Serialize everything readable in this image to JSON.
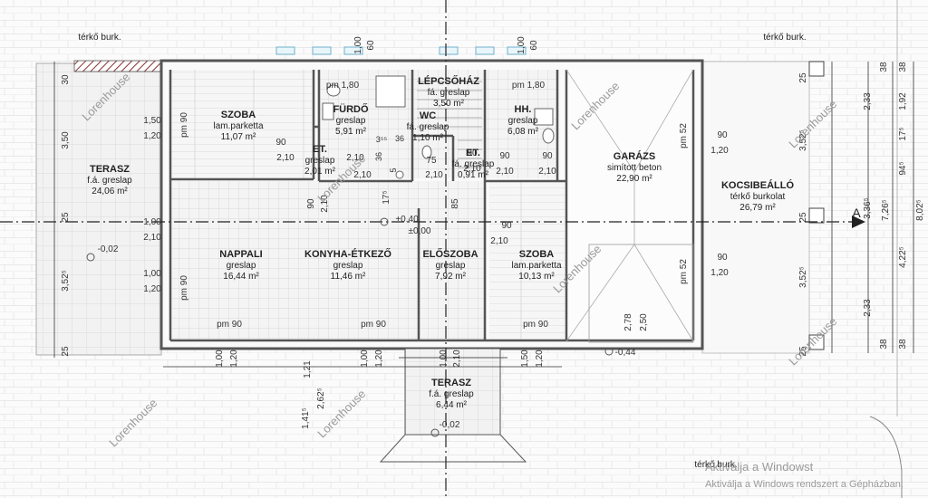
{
  "surroundings": {
    "paving_top_left": "térkő burk.",
    "paving_top_right": "térkő burk.",
    "paving_bottom": "térkő burk."
  },
  "rooms": [
    {
      "id": "szoba1",
      "name": "SZOBA",
      "finish": "lam.parketta",
      "area": "11,07 m²"
    },
    {
      "id": "furdo",
      "name": "FÜRDŐ",
      "finish": "greslap",
      "area": "5,91 m²"
    },
    {
      "id": "lepcsohaz",
      "name": "LÉPCSŐHÁZ",
      "finish": "fá. greslap",
      "area": "3,50 m²"
    },
    {
      "id": "wc",
      "name": "WC",
      "finish": "fá. greslap",
      "area": "1,10 m²"
    },
    {
      "id": "hh",
      "name": "HH.",
      "finish": "greslap",
      "area": "6,08 m²"
    },
    {
      "id": "garazs",
      "name": "GARÁZS",
      "finish": "simított beton",
      "area": "22,90 m²"
    },
    {
      "id": "et1",
      "name": "ET.",
      "finish": "greslap",
      "area": "2,01 m²"
    },
    {
      "id": "et2",
      "name": "ET.",
      "finish": "fá. greslap",
      "area": "0,91 m²"
    },
    {
      "id": "terasz1",
      "name": "TERASZ",
      "finish": "f.á. greslap",
      "area": "24,06 m²"
    },
    {
      "id": "kocsibeallo",
      "name": "KOCSIBEÁLLÓ",
      "finish": "térkő burkolat",
      "area": "26,79 m²"
    },
    {
      "id": "nappali",
      "name": "NAPPALI",
      "finish": "greslap",
      "area": "16,44 m²"
    },
    {
      "id": "konyha",
      "name": "KONYHA-ÉTKEZŐ",
      "finish": "greslap",
      "area": "11,46 m²"
    },
    {
      "id": "eloszoba",
      "name": "ELŐSZOBA",
      "finish": "greslap",
      "area": "7,92 m²"
    },
    {
      "id": "szoba2",
      "name": "SZOBA",
      "finish": "lam.parketta",
      "area": "10,13 m²"
    },
    {
      "id": "terasz2",
      "name": "TERASZ",
      "finish": "f.á. greslap",
      "area": "6,44 m²"
    }
  ],
  "dimensions": {
    "left_1": "30",
    "left_2": "3,50",
    "left_3": "25",
    "left_4": "3,52⁵",
    "left_5": "25",
    "w_150": "1,50",
    "w_120a": "1,20",
    "w_100a": "1,00",
    "w_210a": "2,10",
    "w_100b": "1,00",
    "w_120b": "1,20",
    "pm90_a": "pm 90",
    "pm90_b": "pm 90",
    "pm90_c": "pm 90",
    "pm90_d": "pm 90",
    "pm90_e": "pm 90",
    "pm180_a": "pm 1,80",
    "pm180_b": "pm 1,80",
    "pm52_a": "pm 52",
    "pm52_b": "pm 52",
    "d90_a": "90",
    "d210_a": "2,10",
    "d90_b": "90",
    "d210_b": "2,10",
    "d210_c": "2,10",
    "d210_d": "2,10",
    "d90_c": "90",
    "d210_e": "2,10",
    "d90_d": "90",
    "d210_f": "2,10",
    "d90_e": "90",
    "d120_e": "1,20",
    "d90_f": "90",
    "d120_f": "1,20",
    "d90_g": "90",
    "d210_g": "2,10",
    "d75": "75",
    "d85": "85",
    "d90_h": "90",
    "d210_h": "2,10",
    "top_100a": "1,00",
    "top_60a": "60",
    "top_100b": "1,00",
    "top_60b": "60",
    "d36a": "36",
    "d35": "3⁵⁵",
    "d36b": "36",
    "d5": "5",
    "d175": "17⁵",
    "lvl_plus": "+0,40",
    "lvl_zero": "±0,00",
    "lvl_t1": "-0,02",
    "lvl_t2": "-0,02",
    "lvl_g": "-0,44",
    "g_278": "2,78",
    "g_250": "2,50",
    "b_100a": "1,00",
    "b_120a": "1,20",
    "b_121": "1,21",
    "b_2625": "2,62⁵",
    "b_1415": "1,41⁵",
    "b_100b": "1,00",
    "b_120b": "1,20",
    "b_100c": "1,00",
    "b_210": "2,10",
    "b_150": "1,50",
    "b_120c": "1,20",
    "r_25a": "25",
    "r_352a": "3,52⁵",
    "r_25b": "25",
    "r_352b": "3,52⁵",
    "r_25c": "25",
    "r_38a": "38",
    "r_233a": "2,33",
    "r_192": "1,92",
    "r_38b": "38",
    "r_175": "17⁵",
    "r_945": "94⁵",
    "r_336": "3,36⁵",
    "r_726": "7,26⁵",
    "r_802": "8,02⁵",
    "r_4225": "4,22⁵",
    "r_233b": "2,33",
    "r_38c": "38",
    "r_38d": "38"
  },
  "section_mark": "A",
  "watermark": {
    "brand": "Lorenhouse",
    "activation_title": "Aktiválja a Windowst",
    "activation_sub": "Aktiválja a Windows rendszert a Gépházban."
  }
}
